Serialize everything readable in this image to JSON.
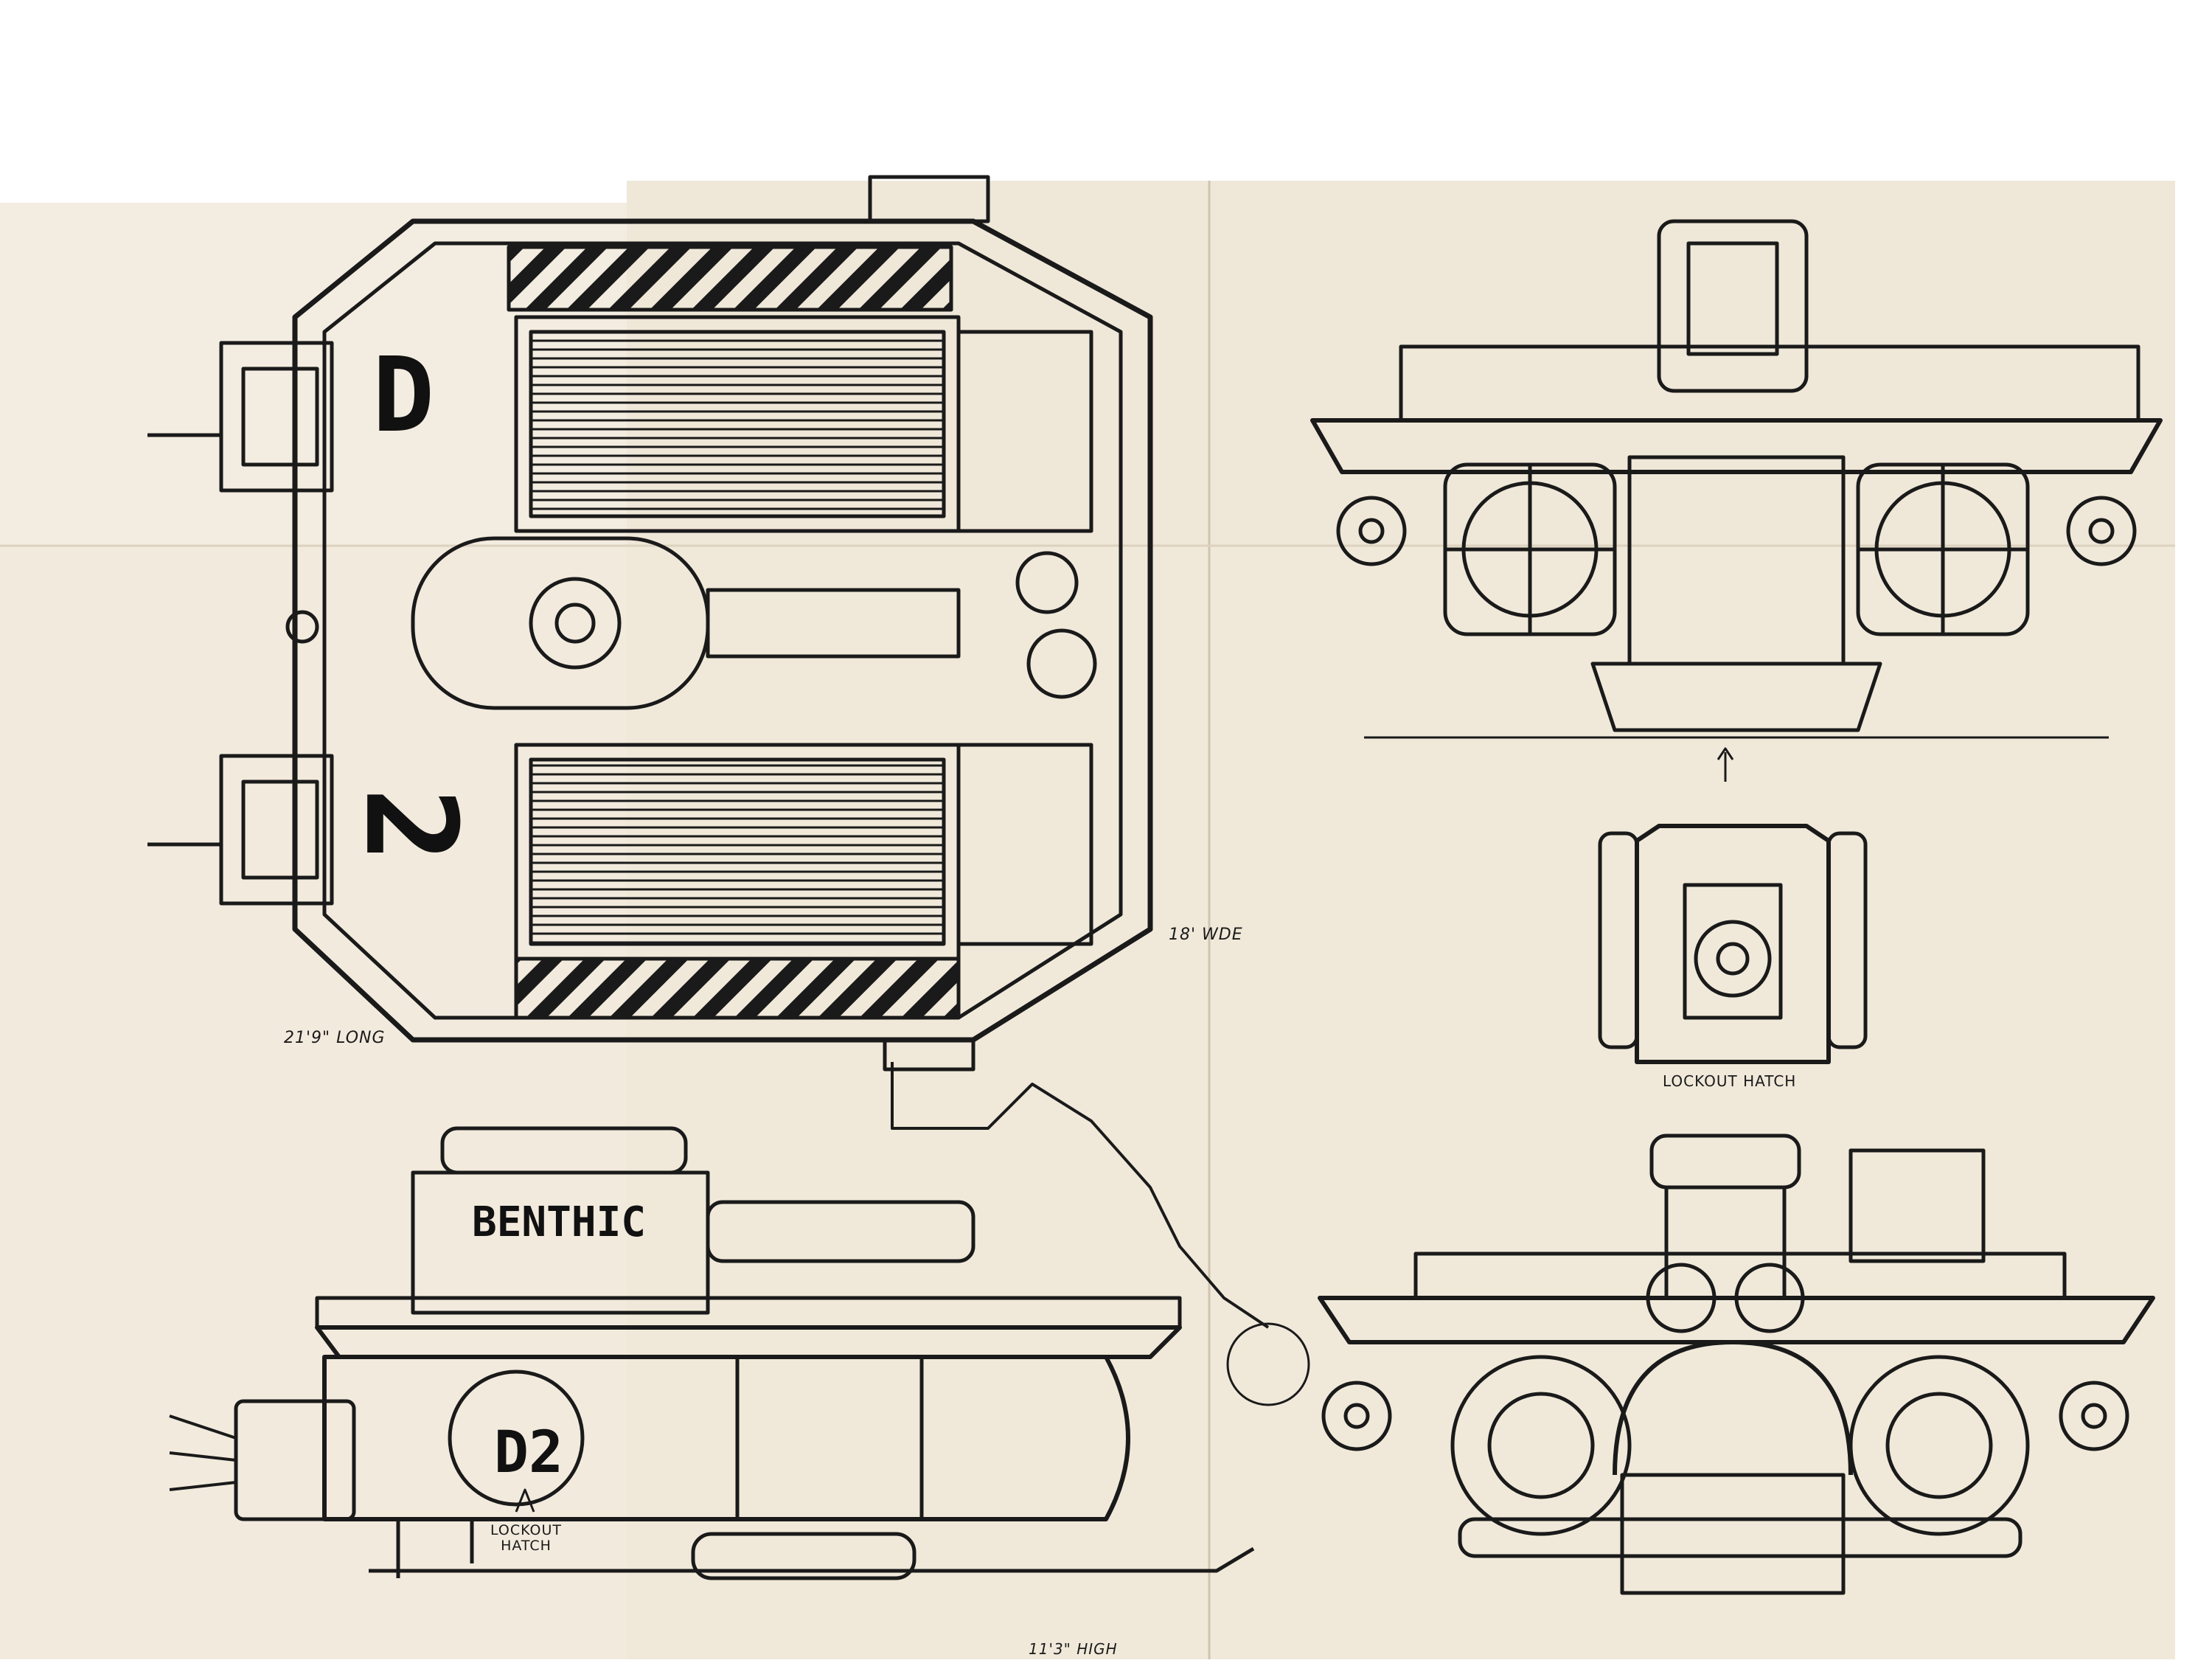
{
  "labels": {
    "length": "21'9\" LONG",
    "width": "18' WDE",
    "height": "11'3\" HIGH",
    "lockout_hatch_right": "LOCKOUT HATCH",
    "lockout_hatch_side_l1": "LOCKOUT",
    "lockout_hatch_side_l2": "HATCH"
  },
  "markings": {
    "top_letter_a": "D",
    "top_letter_b": "2",
    "hull_name": "BENTHIC",
    "hull_code": "D2"
  },
  "colors": {
    "paper": "#f3ece0",
    "paper_dark": "#e9e0cf",
    "ink": "#1a1a1a"
  }
}
